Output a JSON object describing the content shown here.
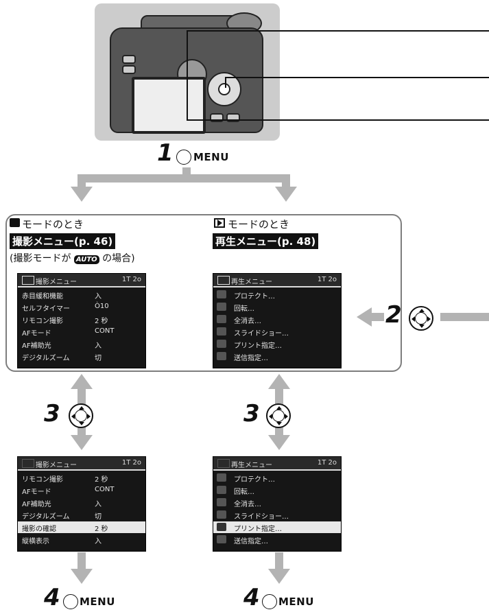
{
  "steps": {
    "step1": {
      "num": "1",
      "label": "MENU"
    },
    "step2": {
      "num": "2"
    },
    "step3_left": {
      "num": "3"
    },
    "step3_right": {
      "num": "3"
    },
    "step4_left": {
      "num": "4",
      "label": "MENU"
    },
    "step4_right": {
      "num": "4",
      "label": "MENU"
    }
  },
  "left_panel": {
    "mode_label": "モードのとき",
    "menu_badge": "撮影メニュー(p. 46)",
    "note_before": "(撮影モードが",
    "note_badge": "AUTO",
    "note_after": "の場合)"
  },
  "right_panel": {
    "mode_label": "モードのとき",
    "menu_badge": "再生メニュー(p. 48)"
  },
  "screens": {
    "shoot_top": {
      "title": "撮影メニュー",
      "tabs": "1T 2o",
      "rows": [
        {
          "label": "赤目緩和機能",
          "value": "入"
        },
        {
          "label": "セルフタイマー",
          "value": "Ò10"
        },
        {
          "label": "リモコン撮影",
          "value": "2 秒"
        },
        {
          "label": "AFモード",
          "value": "CONT"
        },
        {
          "label": "AF補助光",
          "value": "入"
        },
        {
          "label": "デジタルズーム",
          "value": "切"
        }
      ]
    },
    "play_top": {
      "title": "再生メニュー",
      "tabs": "1T 2o",
      "rows": [
        {
          "label": "プロテクト…"
        },
        {
          "label": "回転…"
        },
        {
          "label": "全消去…"
        },
        {
          "label": "スライドショー…"
        },
        {
          "label": "プリント指定…"
        },
        {
          "label": "送信指定…"
        }
      ]
    },
    "shoot_bottom": {
      "title": "撮影メニュー",
      "tabs": "1T 2o",
      "rows": [
        {
          "label": "リモコン撮影",
          "value": "2 秒"
        },
        {
          "label": "AFモード",
          "value": "CONT"
        },
        {
          "label": "AF補助光",
          "value": "入"
        },
        {
          "label": "デジタルズーム",
          "value": "切"
        },
        {
          "label": "撮影の確認",
          "value": "2 秒"
        },
        {
          "label": "縦横表示",
          "value": "入"
        }
      ],
      "selected_index": 4
    },
    "play_bottom": {
      "title": "再生メニュー",
      "tabs": "1T 2o",
      "rows": [
        {
          "label": "プロテクト…"
        },
        {
          "label": "回転…"
        },
        {
          "label": "全消去…"
        },
        {
          "label": "スライドショー…"
        },
        {
          "label": "プリント指定…"
        },
        {
          "label": "送信指定…"
        }
      ],
      "selected_index": 4
    }
  },
  "colors": {
    "arrow_gray": "#b3b3b3",
    "frame_gray": "#7d7d7d",
    "camera_bg": "#cccccc"
  }
}
